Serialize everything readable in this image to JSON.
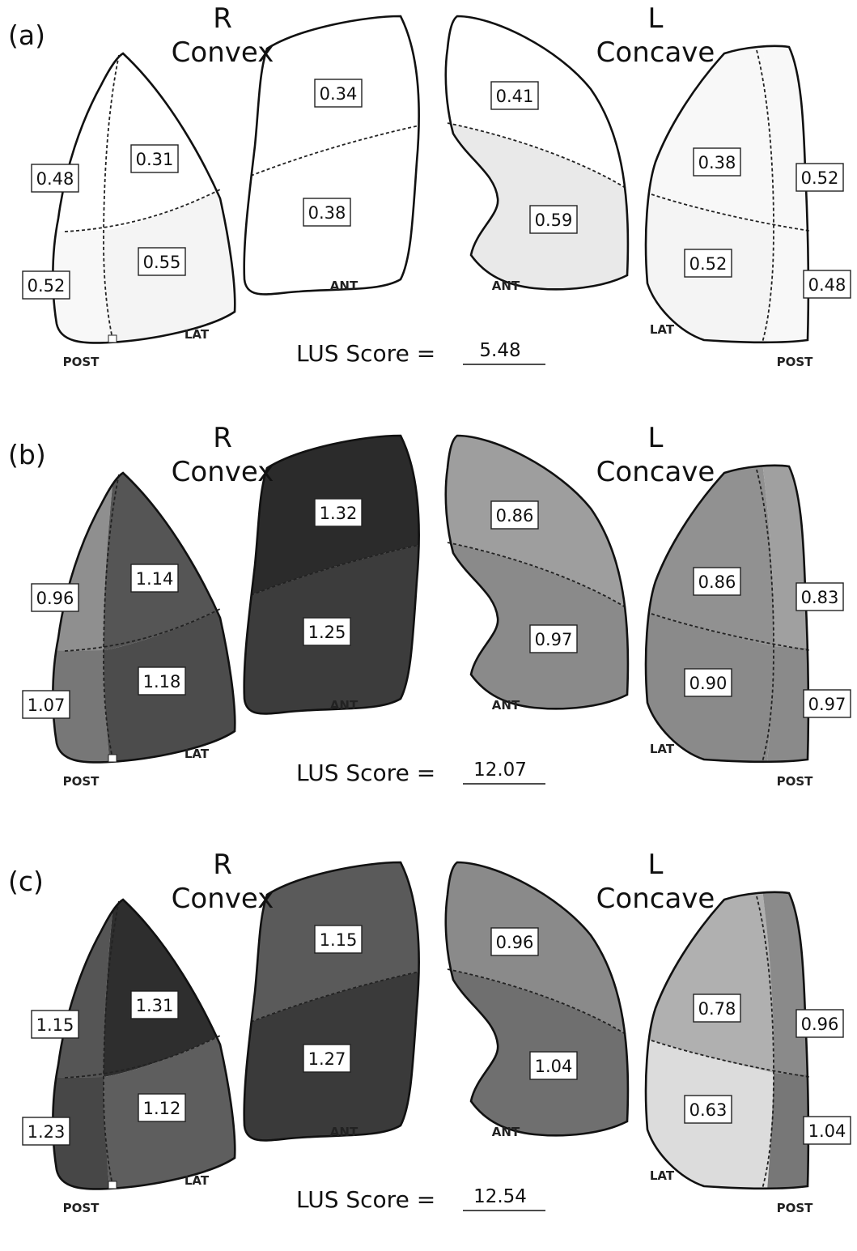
{
  "headers": {
    "right_letter": "R",
    "right_view": "Convex",
    "left_letter": "L",
    "left_view": "Concave",
    "post": "POST",
    "lat": "LAT",
    "ant": "ANT",
    "score_label": "LUS Score ="
  },
  "panels": [
    {
      "letter": "(a)",
      "score": "5.48",
      "colors": {
        "r_post_up": "#ffffff",
        "r_post_low": "#f8f8f8",
        "r_lat_up": "#ffffff",
        "r_lat_low": "#f4f4f4",
        "r_ant_up": "#ffffff",
        "r_ant_low": "#ffffff",
        "l_ant_up": "#ffffff",
        "l_ant_low": "#e9e9e9",
        "l_lat_up": "#f8f8f8",
        "l_lat_low": "#f4f4f4",
        "l_post_up": "#f8f8f8",
        "l_post_low": "#f8f8f8"
      },
      "values": {
        "r_post_up": "0.48",
        "r_post_low": "0.52",
        "r_lat_up": "0.31",
        "r_lat_low": "0.55",
        "r_ant_up": "0.34",
        "r_ant_low": "0.38",
        "l_ant_up": "0.41",
        "l_ant_low": "0.59",
        "l_lat_up": "0.38",
        "l_lat_low": "0.52",
        "l_post_up": "0.52",
        "l_post_low": "0.48"
      }
    },
    {
      "letter": "(b)",
      "score": "12.07",
      "colors": {
        "r_post_up": "#8f8f8f",
        "r_post_low": "#777777",
        "r_lat_up": "#555555",
        "r_lat_low": "#4c4c4c",
        "r_ant_up": "#2b2b2b",
        "r_ant_low": "#3c3c3c",
        "l_ant_up": "#9e9e9e",
        "l_ant_low": "#8a8a8a",
        "l_lat_up": "#919191",
        "l_lat_low": "#8a8a8a",
        "l_post_up": "#a0a0a0",
        "l_post_low": "#8a8a8a"
      },
      "values": {
        "r_post_up": "0.96",
        "r_post_low": "1.07",
        "r_lat_up": "1.14",
        "r_lat_low": "1.18",
        "r_ant_up": "1.32",
        "r_ant_low": "1.25",
        "l_ant_up": "0.86",
        "l_ant_low": "0.97",
        "l_lat_up": "0.86",
        "l_lat_low": "0.90",
        "l_post_up": "0.83",
        "l_post_low": "0.97"
      }
    },
    {
      "letter": "(c)",
      "score": "12.54",
      "colors": {
        "r_post_up": "#555555",
        "r_post_low": "#474747",
        "r_lat_up": "#2e2e2e",
        "r_lat_low": "#5e5e5e",
        "r_ant_up": "#5a5a5a",
        "r_ant_low": "#3a3a3a",
        "l_ant_up": "#8a8a8a",
        "l_ant_low": "#6f6f6f",
        "l_lat_up": "#b0b0b0",
        "l_lat_low": "#dcdcdc",
        "l_post_up": "#8a8a8a",
        "l_post_low": "#777777"
      },
      "values": {
        "r_post_up": "1.15",
        "r_post_low": "1.23",
        "r_lat_up": "1.31",
        "r_lat_low": "1.12",
        "r_ant_up": "1.15",
        "r_ant_low": "1.27",
        "l_ant_up": "0.96",
        "l_ant_low": "1.04",
        "l_lat_up": "0.78",
        "l_lat_low": "0.63",
        "l_post_up": "0.96",
        "l_post_low": "1.04"
      }
    }
  ]
}
